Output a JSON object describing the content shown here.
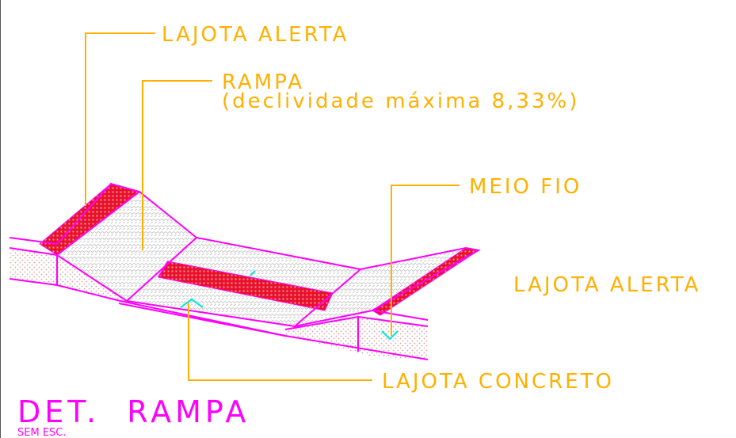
{
  "labels": {
    "lajota_alerta_top": "LAJOTA ALERTA",
    "rampa": "RAMPA",
    "rampa_note": "(declividade máxima 8,33%)",
    "meio_fio": "MEIO FIO",
    "lajota_alerta_right": "LAJOTA ALERTA",
    "lajota_concreto": "LAJOTA CONCRETO"
  },
  "title": {
    "main": "DET.  RAMPA",
    "subtitle": "SEM ESC."
  },
  "colors": {
    "outline": "#ff00ff",
    "leader": "#ffb000",
    "tactile": "#e8102a",
    "paving": "#c8c8c8",
    "soil": "#d9a3a3",
    "arrow": "#00e5e5"
  }
}
